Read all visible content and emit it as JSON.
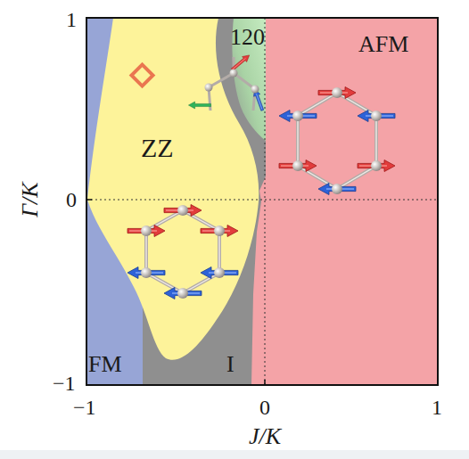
{
  "diagram": {
    "labels": [
      "120",
      "AFM",
      "ZZ",
      "FM",
      "I",
      "1",
      "0",
      "−1",
      "−1",
      "0",
      "1",
      "Γ/K",
      "J/K"
    ]
  }
}
